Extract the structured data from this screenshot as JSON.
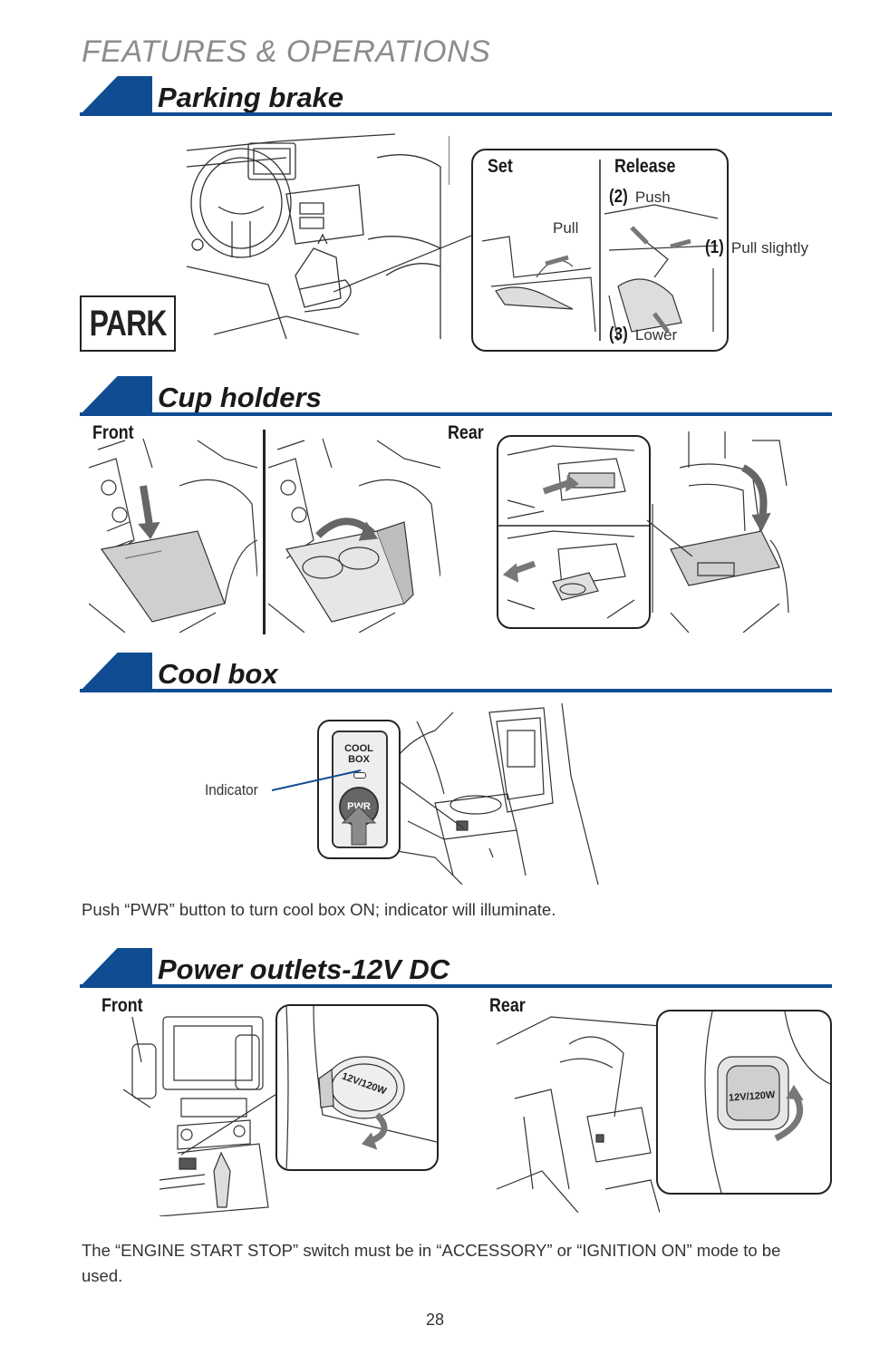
{
  "header": {
    "title": "FEATURES & OPERATIONS"
  },
  "sections": {
    "parking_brake": {
      "title": "Parking brake",
      "set_label": "Set",
      "release_label": "Release",
      "pull": "Pull",
      "step2_num": "(2)",
      "step2_text": "Push",
      "step1_num": "(1)",
      "step1_text": "Pull slightly",
      "step3_num": "(3)",
      "step3_text": "Lower",
      "indicator_text": "PARK"
    },
    "cup_holders": {
      "title": "Cup holders",
      "front_label": "Front",
      "rear_label": "Rear"
    },
    "cool_box": {
      "title": "Cool box",
      "panel_line1": "COOL",
      "panel_line2": "BOX",
      "button_label": "PWR",
      "indicator_label": "Indicator",
      "description": "Push “PWR” button to turn cool box ON; indicator will illuminate."
    },
    "power_outlets": {
      "title": "Power outlets-12V DC",
      "front_label": "Front",
      "rear_label": "Rear",
      "outlet_marking": "12V/120W",
      "description": "The “ENGINE START STOP” switch must be in “ACCESSORY” or “IGNITION ON” mode to be used."
    }
  },
  "footer": {
    "page_number": "28"
  },
  "colors": {
    "accent": "#0f4c92",
    "header_gray": "#8c8c8c",
    "arrow_gray": "#777777"
  }
}
